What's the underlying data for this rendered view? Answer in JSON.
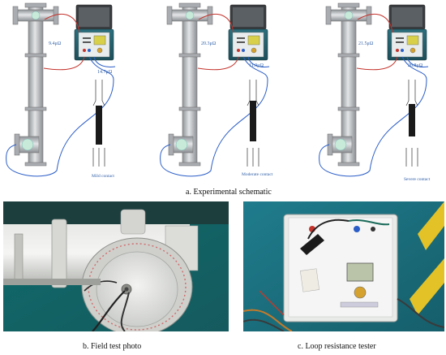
{
  "top_panel": {
    "caption": "a. Experimental schematic",
    "setups": [
      {
        "pipe_reading": "9.4μΩ",
        "joint_reading": "14.7μΩ",
        "contact_label": "Mild contact"
      },
      {
        "pipe_reading": "20.3μΩ",
        "joint_reading": "11.9μΩ",
        "contact_label": "Moderate contact"
      },
      {
        "pipe_reading": "21.5μΩ",
        "joint_reading": "26.8μΩ",
        "contact_label": "Severe contact"
      }
    ]
  },
  "bottom_left": {
    "caption": "b. Field test photo"
  },
  "bottom_right": {
    "caption": "c. Loop resistance tester"
  },
  "colors": {
    "wire_blue": "#2a5dc7",
    "wire_red": "#c4332c",
    "pipe": "#b9bcc0",
    "label_blue": "#2f5fa8",
    "water_teal": "#1f6f7a"
  }
}
